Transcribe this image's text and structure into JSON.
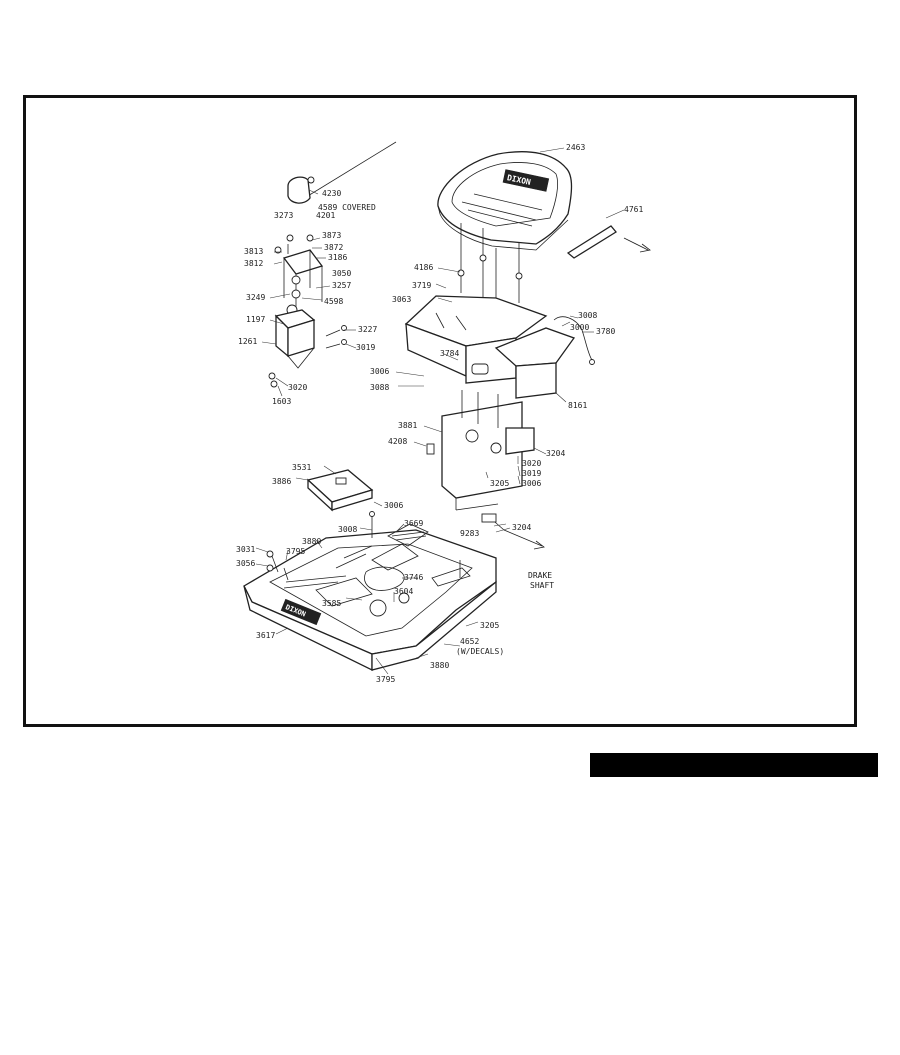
{
  "colors": {
    "ink": "#222222",
    "frame": "#111111",
    "bar": "#000000"
  },
  "logo_text": "DIXON",
  "callouts": [
    {
      "id": "c2463",
      "text": "2463"
    },
    {
      "id": "c4761",
      "text": "4761"
    },
    {
      "id": "c4230",
      "text": "4230"
    },
    {
      "id": "c4589",
      "text": "4589 COVERED"
    },
    {
      "id": "c3273",
      "text": "3273"
    },
    {
      "id": "c4201",
      "text": "4201"
    },
    {
      "id": "c3873",
      "text": "3873"
    },
    {
      "id": "c3872",
      "text": "3872"
    },
    {
      "id": "c3813",
      "text": "3813"
    },
    {
      "id": "c3812",
      "text": "3812"
    },
    {
      "id": "c3186",
      "text": "3186"
    },
    {
      "id": "c3050",
      "text": "3050"
    },
    {
      "id": "c3257",
      "text": "3257"
    },
    {
      "id": "c3249",
      "text": "3249"
    },
    {
      "id": "c4598",
      "text": "4598"
    },
    {
      "id": "c1197",
      "text": "1197"
    },
    {
      "id": "c3227",
      "text": "3227"
    },
    {
      "id": "c1261",
      "text": "1261"
    },
    {
      "id": "c3019a",
      "text": "3019"
    },
    {
      "id": "c3020a",
      "text": "3020"
    },
    {
      "id": "c1603",
      "text": "1603"
    },
    {
      "id": "c4186",
      "text": "4186"
    },
    {
      "id": "c3719",
      "text": "3719"
    },
    {
      "id": "c3063",
      "text": "3063"
    },
    {
      "id": "c3008a",
      "text": "3008"
    },
    {
      "id": "c3000",
      "text": "3000"
    },
    {
      "id": "c3780",
      "text": "3780"
    },
    {
      "id": "c3784",
      "text": "3784"
    },
    {
      "id": "c3006a",
      "text": "3006"
    },
    {
      "id": "c3088",
      "text": "3088"
    },
    {
      "id": "c8161",
      "text": "8161"
    },
    {
      "id": "c3881",
      "text": "3881"
    },
    {
      "id": "c4208",
      "text": "4208"
    },
    {
      "id": "c3204a",
      "text": "3204"
    },
    {
      "id": "c3020b",
      "text": "3020"
    },
    {
      "id": "c3019b",
      "text": "3019"
    },
    {
      "id": "c3006b",
      "text": "3006"
    },
    {
      "id": "c3205a",
      "text": "3205"
    },
    {
      "id": "c3531",
      "text": "3531"
    },
    {
      "id": "c3886",
      "text": "3886"
    },
    {
      "id": "c3006c",
      "text": "3006"
    },
    {
      "id": "c3008b",
      "text": "3008"
    },
    {
      "id": "c3669",
      "text": "3669"
    },
    {
      "id": "c9283",
      "text": "9283"
    },
    {
      "id": "c3204b",
      "text": "3204"
    },
    {
      "id": "c3031",
      "text": "3031"
    },
    {
      "id": "c3056",
      "text": "3056"
    },
    {
      "id": "c3795a",
      "text": "3795"
    },
    {
      "id": "c3880a",
      "text": "3880"
    },
    {
      "id": "c3746",
      "text": "3746"
    },
    {
      "id": "c3585",
      "text": "3585"
    },
    {
      "id": "c3604",
      "text": "3604"
    },
    {
      "id": "c3205b",
      "text": "3205"
    },
    {
      "id": "c4652",
      "text": "4652"
    },
    {
      "id": "c4652b",
      "text": "(W/DECALS)"
    },
    {
      "id": "c3617",
      "text": "3617"
    },
    {
      "id": "c3880b",
      "text": "3880"
    },
    {
      "id": "c3795b",
      "text": "3795"
    },
    {
      "id": "cdrake",
      "text": "DRAKE"
    },
    {
      "id": "cshaft",
      "text": "SHAFT"
    }
  ]
}
